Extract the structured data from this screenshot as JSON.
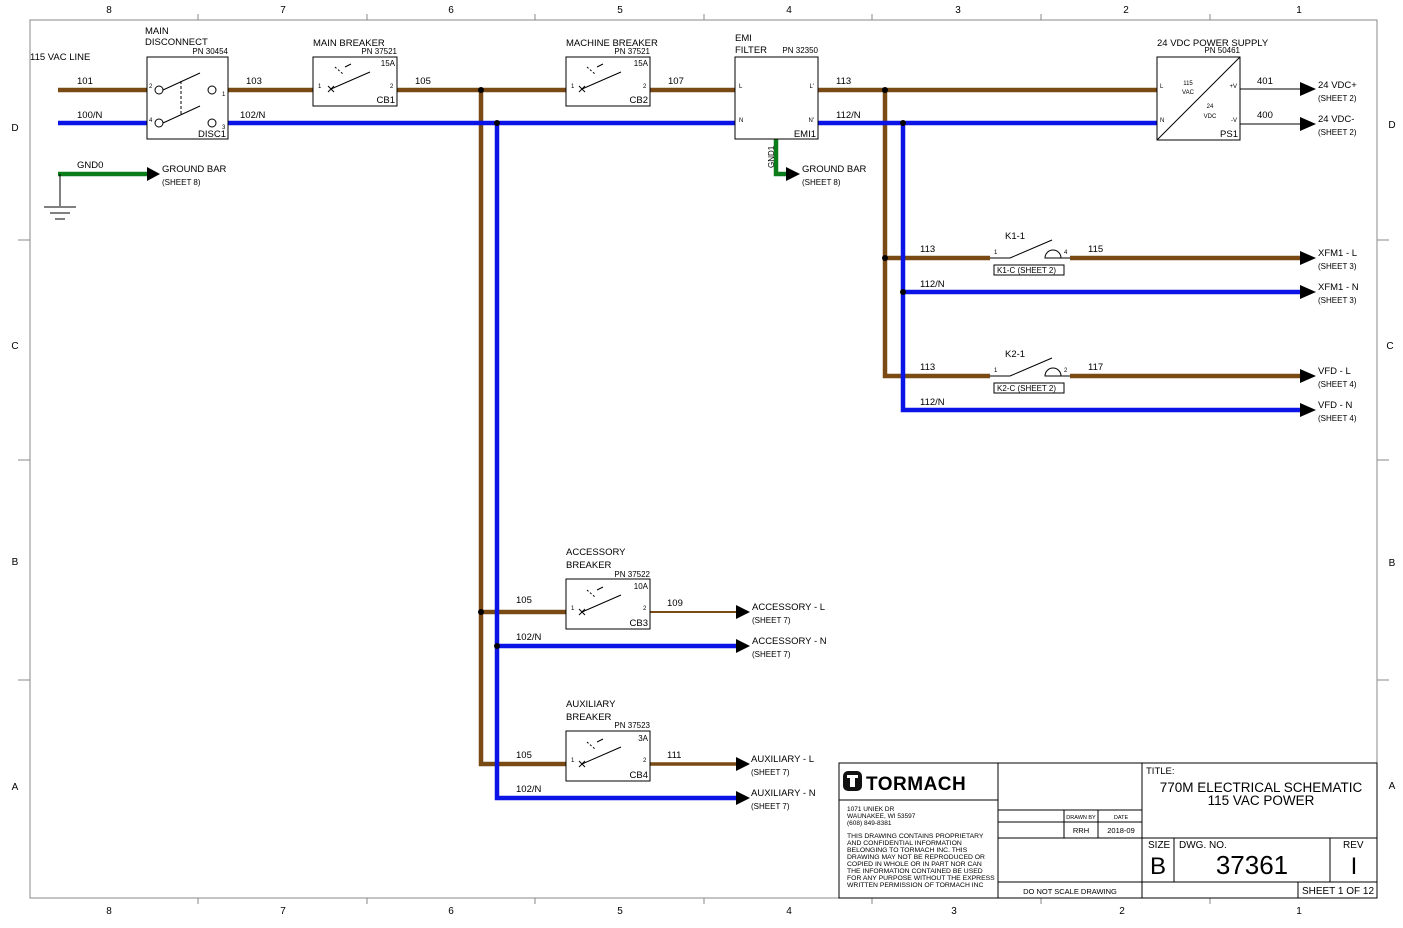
{
  "zones": {
    "columns": [
      "8",
      "7",
      "6",
      "5",
      "4",
      "3",
      "2",
      "1"
    ],
    "rows": [
      "D",
      "C",
      "B",
      "A"
    ]
  },
  "colors": {
    "line_wire": "#7a4a14",
    "neutral_wire": "#0a14e6",
    "ground_wire": "#0a7d1a"
  },
  "source": {
    "label": "115 VAC LINE",
    "wire_line": "101",
    "wire_neutral": "100/N"
  },
  "ground": {
    "wire": "GND0",
    "target_line1": "GROUND BAR",
    "target_line2": "(SHEET 8)"
  },
  "main_disconnect": {
    "title1": "MAIN",
    "title2": "DISCONNECT",
    "pn": "PN 30454",
    "ref": "DISC1",
    "pins": [
      "2",
      "1",
      "4",
      "3"
    ]
  },
  "wires_after_disconnect": {
    "line": "103",
    "neutral": "102/N"
  },
  "main_breaker": {
    "title": "MAIN BREAKER",
    "pn": "PN 37521",
    "rating": "15A",
    "ref": "CB1",
    "pin_in": "1",
    "pin_out": "2"
  },
  "wire_105": "105",
  "machine_breaker": {
    "title": "MACHINE BREAKER",
    "pn": "PN 37521",
    "rating": "15A",
    "ref": "CB2",
    "pin_in": "1",
    "pin_out": "2"
  },
  "wire_107": "107",
  "emi_filter": {
    "title": "EMI",
    "title2": "FILTER",
    "pn": "PN 32350",
    "ref": "EMI1",
    "pin_l_in": "L",
    "pin_n_in": "N",
    "pin_l_out": "L'",
    "pin_n_out": "N'",
    "gnd": "GND1",
    "ground_line1": "GROUND BAR",
    "ground_line2": "(SHEET 8)"
  },
  "emi_out_wires": {
    "line": "113",
    "neutral": "112/N"
  },
  "power_supply": {
    "title": "24 VDC POWER SUPPLY",
    "pn": "PN 50461",
    "ref": "PS1",
    "in_label": "115",
    "in_label2": "VAC",
    "out_label": "24",
    "out_label2": "VDC",
    "pin_l": "L",
    "pin_n": "N",
    "pin_pos": "+V",
    "pin_neg": "-V",
    "wire_pos": "401",
    "wire_neg": "400",
    "out_pos": "24 VDC+",
    "out_pos_sheet": "(SHEET 2)",
    "out_neg": "24 VDC-",
    "out_neg_sheet": "(SHEET 2)"
  },
  "k1": {
    "title": "K1-1",
    "wire_in": "113",
    "wire_out": "115",
    "pin_in": "1",
    "pin_out": "4",
    "coil_ref": "K1-C (SHEET 2)",
    "neutral_wire": "112/N",
    "out_l": "XFM1 - L",
    "out_l_sheet": "(SHEET 3)",
    "out_n": "XFM1 - N",
    "out_n_sheet": "(SHEET 3)"
  },
  "k2": {
    "title": "K2-1",
    "wire_in": "113",
    "wire_out": "117",
    "pin_in": "1",
    "pin_out": "2",
    "coil_ref": "K2-C (SHEET 2)",
    "neutral_wire": "112/N",
    "out_l": "VFD - L",
    "out_l_sheet": "(SHEET 4)",
    "out_n": "VFD - N",
    "out_n_sheet": "(SHEET 4)"
  },
  "accessory": {
    "title1": "ACCESSORY",
    "title2": "BREAKER",
    "pn": "PN 37522",
    "rating": "10A",
    "ref": "CB3",
    "pin_in": "1",
    "pin_out": "2",
    "wire_in": "105",
    "wire_out": "109",
    "neutral_wire": "102/N",
    "out_l": "ACCESSORY - L",
    "out_l_sheet": "(SHEET 7)",
    "out_n": "ACCESSORY - N",
    "out_n_sheet": "(SHEET 7)"
  },
  "auxiliary": {
    "title1": "AUXILIARY",
    "title2": "BREAKER",
    "pn": "PN 37523",
    "rating": "3A",
    "ref": "CB4",
    "pin_in": "1",
    "pin_out": "2",
    "wire_in": "105",
    "wire_out": "111",
    "neutral_wire": "102/N",
    "out_l": "AUXILIARY - L",
    "out_l_sheet": "(SHEET 7)",
    "out_n": "AUXILIARY - N",
    "out_n_sheet": "(SHEET 7)"
  },
  "title_block": {
    "company": "TORMACH",
    "address1": "1071 UNIEK DR",
    "address2": "WAUNAKEE, WI 53597",
    "phone": "(608) 849-8381",
    "notice": [
      "THIS DRAWING CONTAINS PROPRIETARY",
      "AND CONFIDENTIAL INFORMATION",
      "BELONGING TO TORMACH INC. THIS",
      "DRAWING MAY NOT BE REPRODUCED OR",
      "COPIED IN WHOLE OR IN PART NOR CAN",
      "THE INFORMATION CONTAINED BE USED",
      "FOR ANY PURPOSE WITHOUT THE EXPRESS",
      "WRITTEN PERMISSION OF TORMACH INC"
    ],
    "drawn_by_label": "DRAWN BY",
    "date_label": "DATE",
    "drawn_by": "RRH",
    "date": "2018-09",
    "do_not_scale": "DO NOT SCALE DRAWING",
    "title_label": "TITLE:",
    "title1": "770M ELECTRICAL SCHEMATIC",
    "title2": "115 VAC POWER",
    "size_label": "SIZE",
    "size": "B",
    "dwg_label": "DWG.  NO.",
    "dwg_no": "37361",
    "rev_label": "REV",
    "rev": "I",
    "sheet": "SHEET 1 OF 12"
  }
}
